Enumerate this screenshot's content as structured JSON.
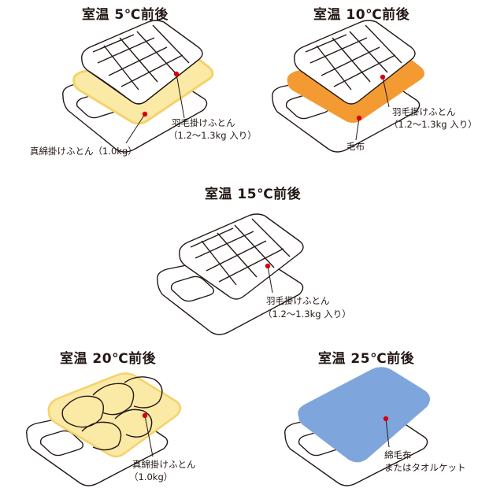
{
  "panels": {
    "p5": {
      "title": "室温 5℃前後",
      "label1": "羽毛掛けふとん",
      "label2": "（1.2〜1.3kg 入り）",
      "label3": "真綿掛けふとん（1.0kg）"
    },
    "p10": {
      "title": "室温 10℃前後",
      "label1": "羽毛掛けふとん",
      "label2": "（1.2〜1.3kg 入り）",
      "label3": "毛布"
    },
    "p15": {
      "title": "室温 15℃前後",
      "label1": "羽毛掛けふとん",
      "label2": "（1.2〜1.3kg 入り）"
    },
    "p20": {
      "title": "室温 20℃前後",
      "label1": "真綿掛けふとん",
      "label2": "（1.0kg）"
    },
    "p25": {
      "title": "室温 25℃前後",
      "label1": "綿毛布",
      "label2": "またはタオルケット"
    }
  },
  "colors": {
    "outline": "#231815",
    "pointer": "#d7000f",
    "mawata_fill": "#fbe9a6",
    "mawata_edge": "#f5d26a",
    "blanket": "#f39a33",
    "cotton_blanket": "#7fa6dc"
  }
}
